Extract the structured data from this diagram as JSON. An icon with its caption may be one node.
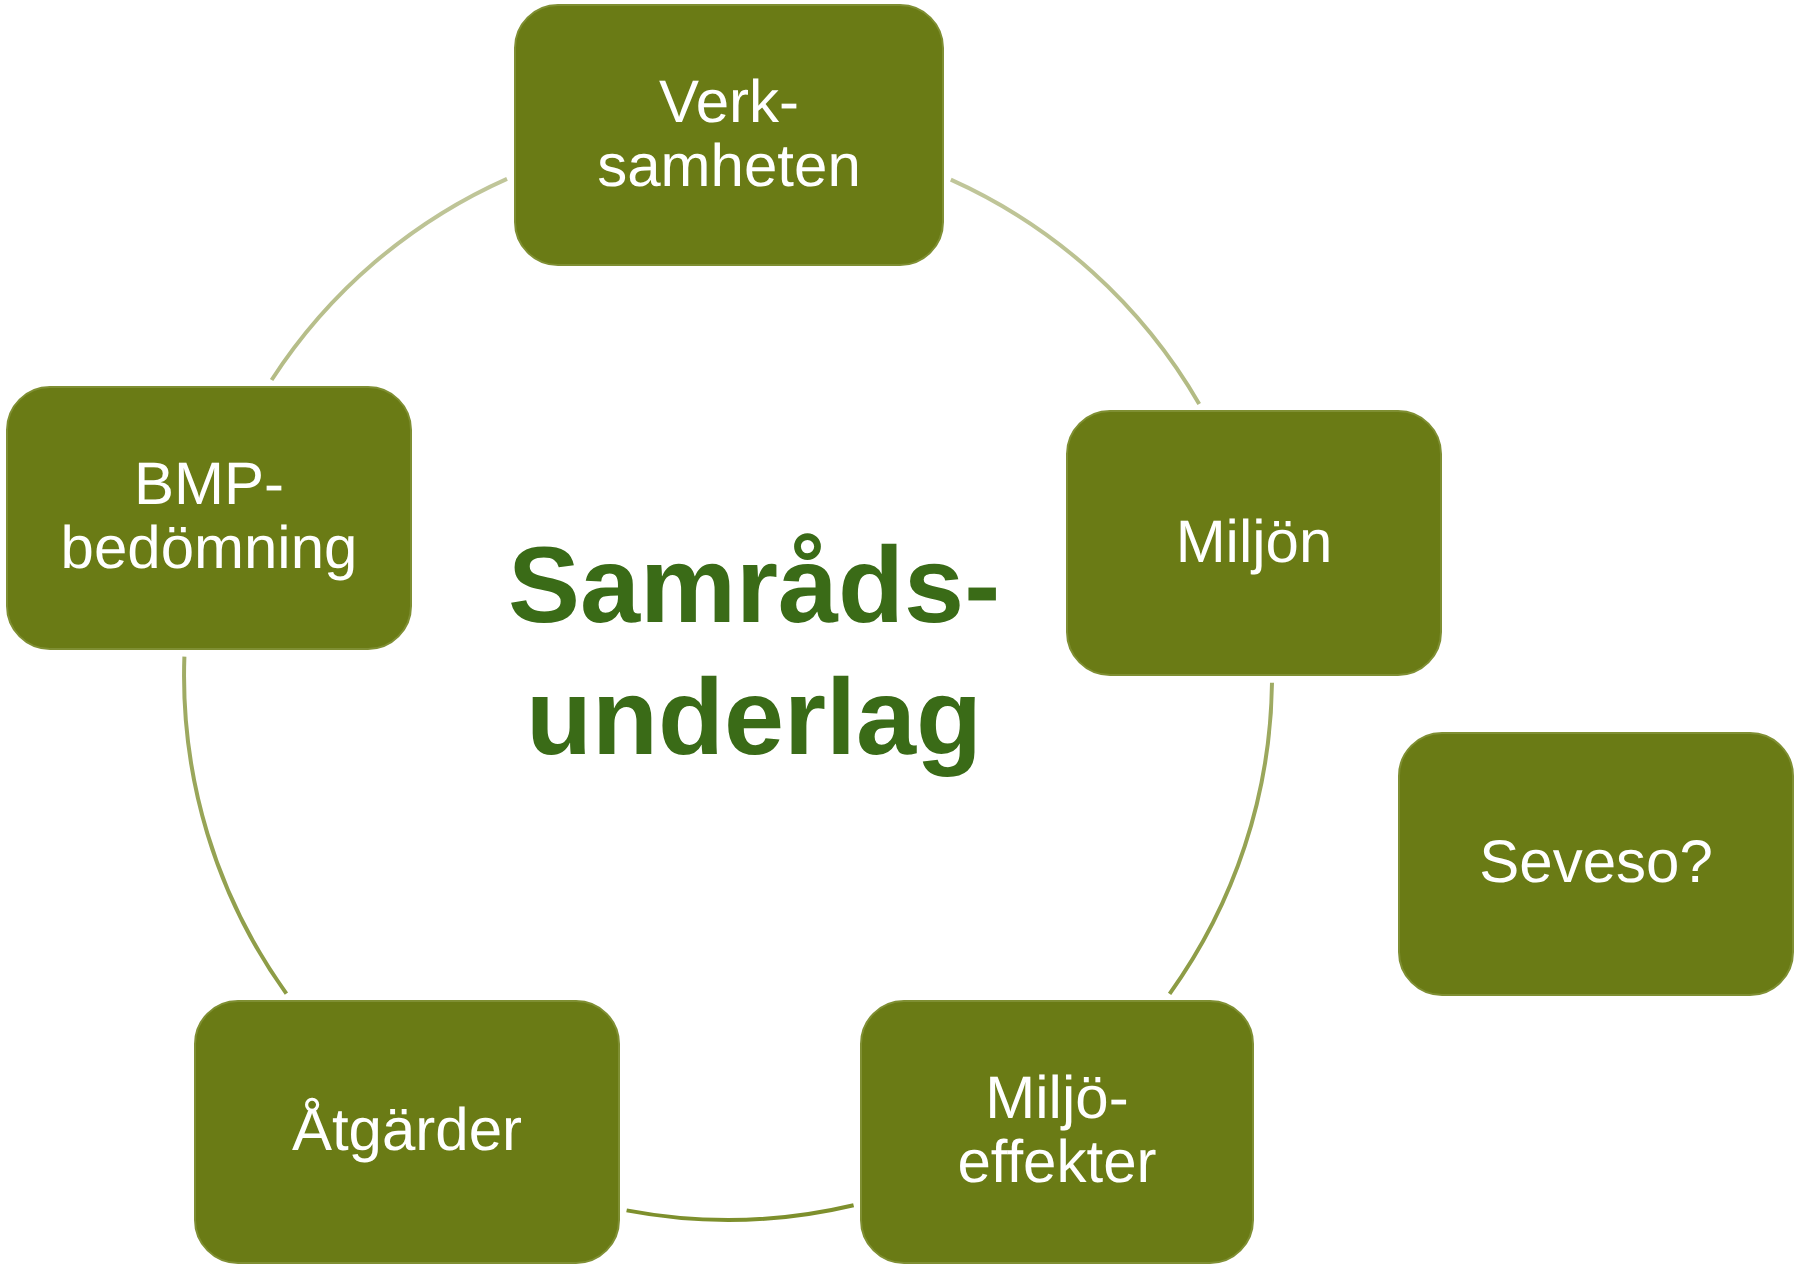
{
  "diagram": {
    "title": "Samråds- underlag",
    "nodes": [
      {
        "text": [
          "Verk- samheten"
        ]
      },
      {
        "text": [
          "BMP- bedömning"
        ]
      },
      {
        "text": [
          "Miljön"
        ]
      },
      {
        "text": [
          "Seveso?"
        ]
      },
      {
        "text": [
          "Åtgärder"
        ]
      },
      {
        "text": [
          "Miljö- effekter"
        ]
      }
    ],
    "edges": [
      {
        "from": 0,
        "to": 2,
        "arrow": "none"
      },
      {
        "from": 2,
        "to": 5,
        "arrow": "none"
      },
      {
        "from": 5,
        "to": 4,
        "arrow": "none"
      },
      {
        "from": 4,
        "to": 1,
        "arrow": "none"
      },
      {
        "from": 1,
        "to": 0,
        "arrow": "none"
      }
    ]
  }
}
